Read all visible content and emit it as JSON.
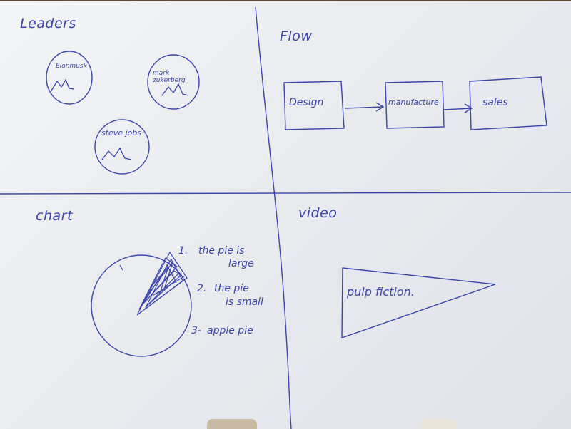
{
  "quadrants": {
    "leaders": "Leaders",
    "flow": "Flow",
    "chart": "chart",
    "video": "video"
  },
  "leaders": [
    {
      "name": "Elonmusk"
    },
    {
      "name": "mark zukerberg"
    },
    {
      "name": "steve jobs"
    }
  ],
  "flow": {
    "steps": [
      "Design",
      "manufacture",
      "sales"
    ]
  },
  "chart": {
    "notes": [
      {
        "num": "1.",
        "line1": "the pie is",
        "line2": "large"
      },
      {
        "num": "2.",
        "line1": "the pie",
        "line2": "is small"
      },
      {
        "num": "3-",
        "line1": "apple pie",
        "line2": ""
      }
    ]
  },
  "video": {
    "title": "pulp fiction."
  },
  "colors": {
    "ink": "#3c45a8",
    "paper": "#eceef2"
  }
}
